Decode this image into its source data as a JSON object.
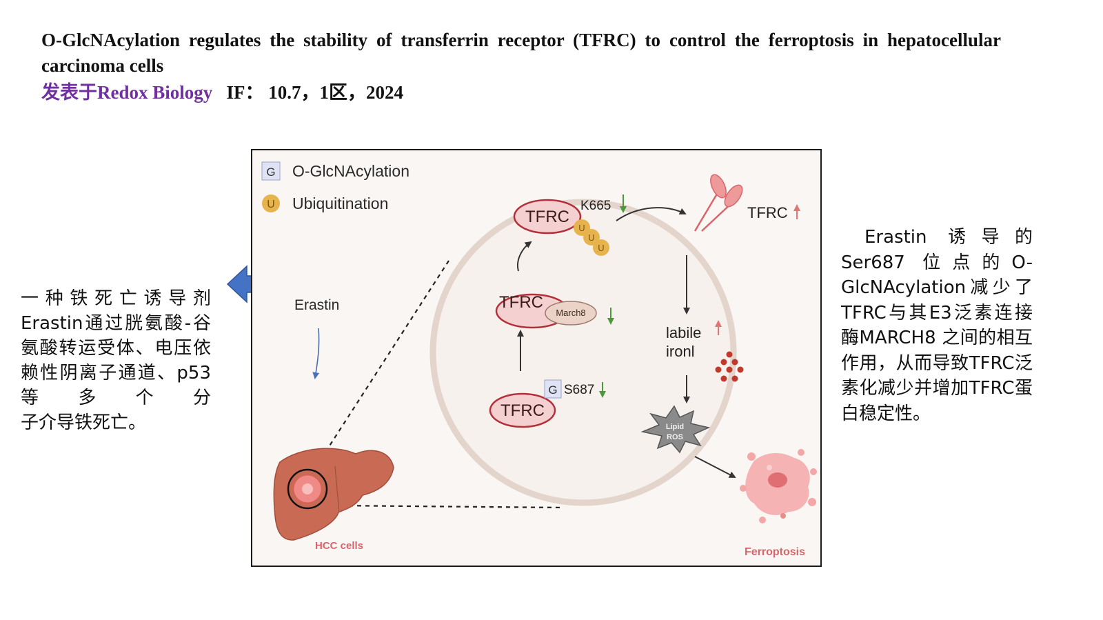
{
  "title": "O-GlcNAcylation regulates the stability of transferrin receptor (TFRC) to control the ferroptosis in hepatocellular carcinoma cells",
  "publication": {
    "journal_label": "发表于Redox Biology",
    "impact": "IF： 10.7，1区，2024"
  },
  "left_note": {
    "body": "一种铁死亡诱导剂Erastin通过胱氨酸-谷氨酸转运受体、电压依赖性阴离子通道、p53等多个分",
    "last_line": "子介导铁死亡。"
  },
  "right_note": "Erastin 诱导的Ser687 位点的O-GlcNAcylation减少了TFRC与其E3泛素连接酶MARCH8 之间的相互作用，从而导致TFRC泛素化减少并增加TFRC蛋白稳定性。",
  "figure": {
    "legend": [
      {
        "badge": "G",
        "label": "O-GlcNAcylation"
      },
      {
        "badge": "U",
        "label": "Ubiquitination"
      }
    ],
    "erastin": "Erastin",
    "hcc_cells": "HCC cells",
    "ferroptosis": "Ferroptosis",
    "tfrc_top": "TFRC",
    "k665": "K665",
    "ub_badges": [
      "U",
      "U",
      "U"
    ],
    "tfrc_mid": "TFRC",
    "march8": "March8",
    "tfrc_bottom": "TFRC",
    "g_badge": "G",
    "s687": "S687",
    "tfrc_membrane": "TFRC",
    "labile_iron": [
      "labile",
      "ironl"
    ],
    "lipid_ros": [
      "Lipid",
      "ROS"
    ]
  },
  "colors": {
    "journal": "#7030a0",
    "arrow_blue": "#4472c4",
    "tfrc_fill": "#f4d0d0",
    "tfrc_stroke": "#b3303a",
    "ub": "#e7b34d",
    "down_green": "#4a9a3a",
    "up_red": "#e07575",
    "iron_red": "#c0392b",
    "liver": "#c96a55"
  }
}
